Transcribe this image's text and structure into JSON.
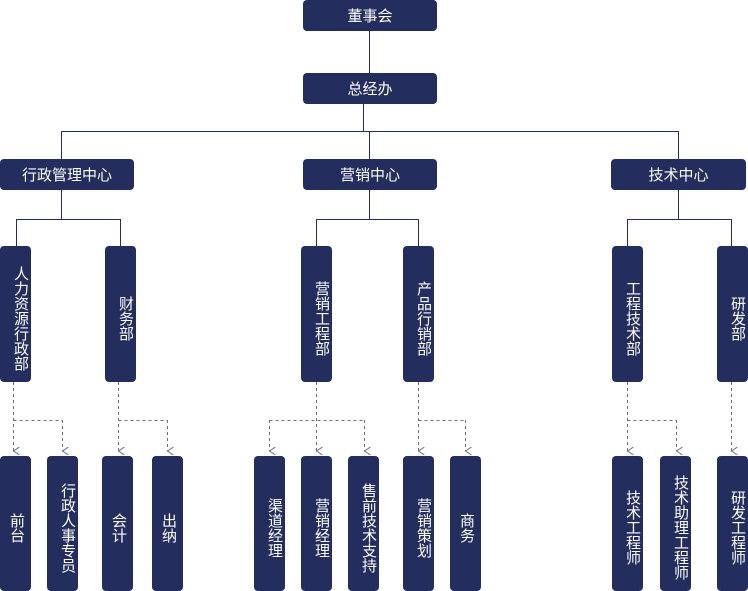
{
  "colors": {
    "box": "#232e5e",
    "text": "#ffffff",
    "line": "#232e5e",
    "dashed": "#6b6f85"
  },
  "top": {
    "board": "董事会",
    "gm_office": "总经办"
  },
  "centers": [
    {
      "label": "行政管理中心",
      "departments": [
        {
          "label": "人力资源行政部",
          "roles": [
            "前台",
            "行政人事专员"
          ]
        },
        {
          "label": "财务部",
          "roles": [
            "会计",
            "出纳"
          ]
        }
      ]
    },
    {
      "label": "营销中心",
      "departments": [
        {
          "label": "营销工程部",
          "roles": [
            "渠道经理",
            "营销经理",
            "售前技术支持"
          ]
        },
        {
          "label": "产品行销部",
          "roles": [
            "营销策划",
            "商务"
          ]
        }
      ]
    },
    {
      "label": "技术中心",
      "departments": [
        {
          "label": "工程技术部",
          "roles": [
            "技术工程师",
            "技术助理工程师"
          ]
        },
        {
          "label": "研发部",
          "roles": [
            "研发工程师"
          ]
        }
      ]
    }
  ]
}
